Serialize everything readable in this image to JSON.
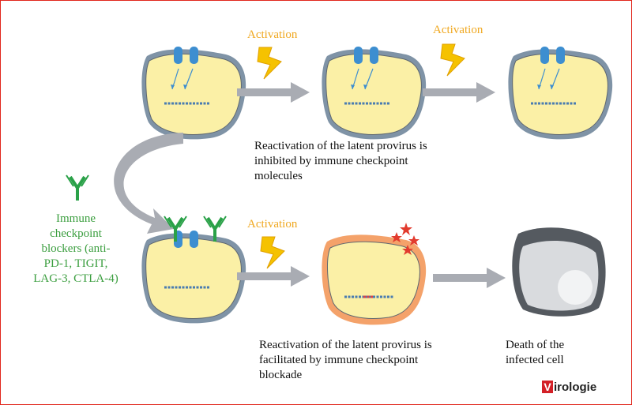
{
  "activation_label": "Activation",
  "top_caption": "Reactivation of the latent provirus is\ninhibited by immune checkpoint\nmolecules",
  "blockers_label": "Immune\ncheckpoint\nblockers (anti-\nPD-1, TIGIT,\nLAG-3, CTLA-4)",
  "bottom_caption": "Reactivation of the latent provirus is\nfacilitated by immune checkpoint\nblockade",
  "death_caption": "Death of the\ninfected cell",
  "logo_text": "irologie",
  "logo_initial": "V",
  "colors": {
    "frame": "#e1261c",
    "cell_fill": "#fbf0a6",
    "cell_membrane": "#7f93a6",
    "receptor": "#3d8ed0",
    "arrow": "#a9acb3",
    "lightning": "#f5c200",
    "antibody": "#2aa148",
    "activation_text": "#f0a820",
    "dead_cell": "#555a60"
  }
}
